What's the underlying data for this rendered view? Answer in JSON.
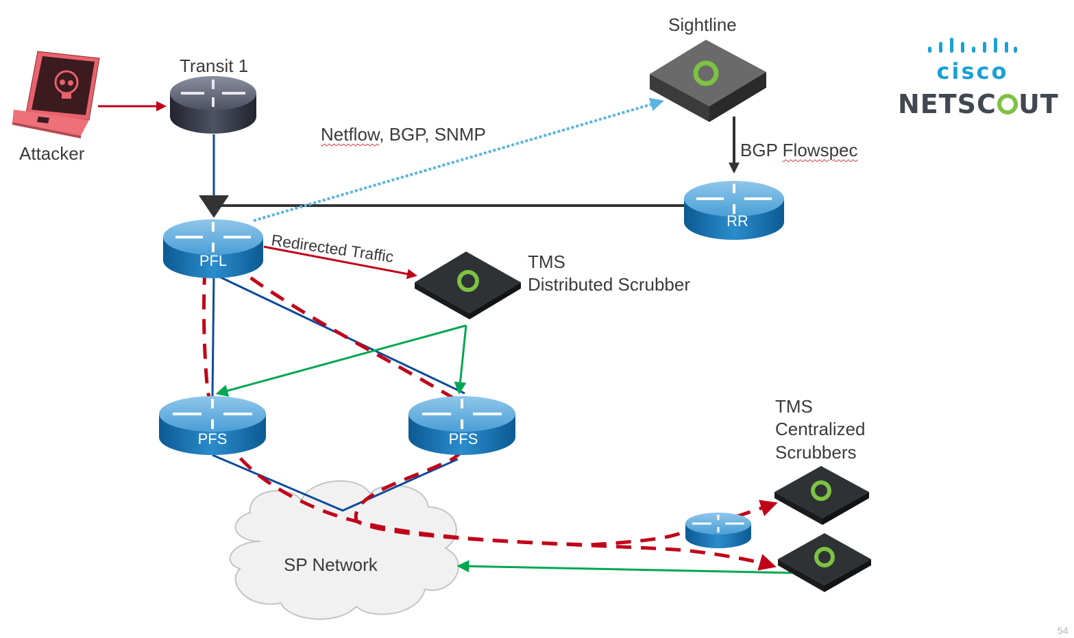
{
  "nodes": {
    "attacker": {
      "label": "Attacker"
    },
    "transit": {
      "label": "Transit 1"
    },
    "sightline": {
      "label": "Sightline"
    },
    "rr": {
      "label": "RR"
    },
    "pfl": {
      "label": "PFL"
    },
    "pfs_left": {
      "label": "PFS"
    },
    "pfs_right": {
      "label": "PFS"
    },
    "tms_distributed": {
      "label_line1": "TMS",
      "label_line2": "Distributed Scrubber"
    },
    "tms_centralized": {
      "label_line1": "TMS",
      "label_line2": "Centralized",
      "label_line3": "Scrubbers"
    },
    "sp_network": {
      "label": "SP Network"
    }
  },
  "edge_labels": {
    "telemetry_word1": "Netflow",
    "telemetry_rest": ", BGP, SNMP",
    "flowspec_word1": "BGP ",
    "flowspec_word2": "Flowspec",
    "redirected": "Redirected Traffic"
  },
  "logos": {
    "cisco": "cisco",
    "netscout_prefix": "NETSC",
    "netscout_suffix": "UT"
  },
  "colors": {
    "attack": "#c00018",
    "clean": "#00a651",
    "link": "#0b4a9a",
    "telemetry": "#5ab4de",
    "control": "#333333",
    "router_blue": "#1a78b8",
    "router_dark": "#3b3f4e",
    "appliance": "#2a2d2e",
    "netscout_green": "#7dc242"
  },
  "slide": {
    "page_number": "54"
  }
}
